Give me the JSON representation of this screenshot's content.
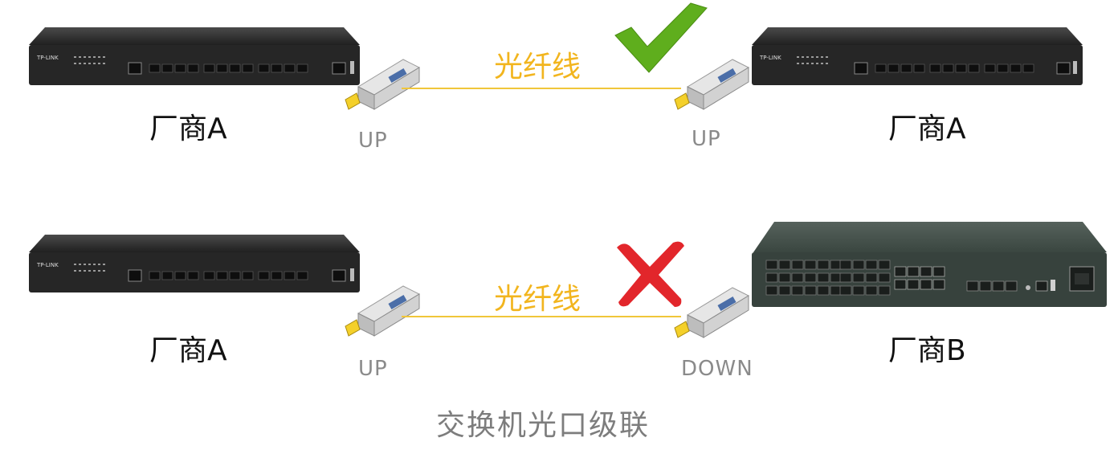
{
  "top_row": {
    "left_vendor": "厂商A",
    "right_vendor": "厂商A",
    "left_status": "UP",
    "right_status": "UP",
    "fiber_label": "光纤线",
    "left_switch_brand": "TP-LINK",
    "right_switch_brand": "TP-LINK",
    "result_icon": "check-mark-icon"
  },
  "bottom_row": {
    "left_vendor": "厂商A",
    "right_vendor": "厂商B",
    "left_status": "UP",
    "right_status": "DOWN",
    "fiber_label": "光纤线",
    "left_switch_brand": "TP-LINK",
    "result_icon": "cross-mark-icon"
  },
  "caption": "交换机光口级联",
  "colors": {
    "fiber": "#f0c63a",
    "fiber_label": "#f2b51e",
    "check": "#5fae1d",
    "cross": "#e2262b",
    "status_text": "#8a8a8a",
    "caption_text": "#7d7d7d"
  }
}
